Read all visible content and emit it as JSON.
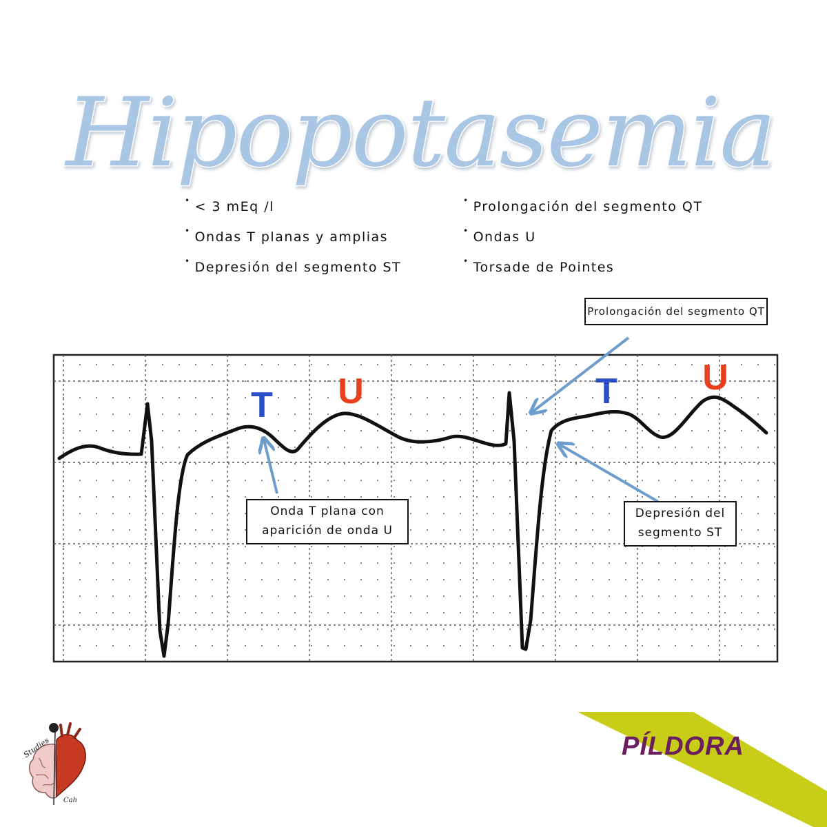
{
  "title": "Hipopotasemia",
  "bullets_left": [
    "< 3 mEq /l",
    "Ondas T planas y amplias",
    "Depresión del segmento ST"
  ],
  "bullets_right": [
    "Prolongación del segmento QT",
    "Ondas U",
    "Torsade de Pointes"
  ],
  "ecg": {
    "wave_labels": [
      {
        "text": "T",
        "color": "#2a4fc9"
      },
      {
        "text": "U",
        "color": "#e8401c"
      },
      {
        "text": "T",
        "color": "#2a4fc9"
      },
      {
        "text": "U",
        "color": "#e8401c"
      }
    ],
    "callouts": {
      "qt": "Prolongación del segmento QT",
      "t_flat_line1": "Onda T plana con",
      "t_flat_line2": "aparición de onda U",
      "st_line1": "Depresión del",
      "st_line2": "segmento ST"
    }
  },
  "logo": {
    "line1": "Studies",
    "line2": "Cah"
  },
  "badge": {
    "text": "PÍLDORA",
    "text_color": "#6a1e5e",
    "band_color": "#c8cd18"
  },
  "colors": {
    "title": "#a9c7e4",
    "arrow": "#6d9dcc"
  }
}
